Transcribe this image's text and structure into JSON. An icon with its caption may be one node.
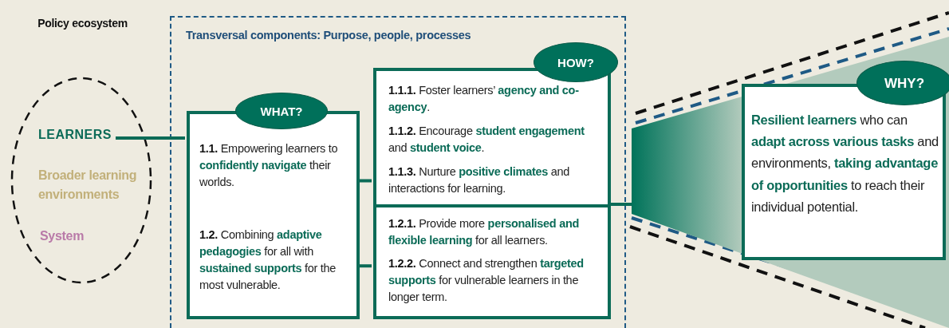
{
  "diagram": {
    "nodes": [
      {
        "text": [
          "Policy ecosystem",
          "Broader learning environments",
          "System"
        ]
      },
      {
        "text": [
          "LEARNERS"
        ],
        "in": 0
      },
      {
        "text": [
          "Transversal components: Purpose, people, processes"
        ]
      },
      {
        "text": [
          "WHAT?",
          "**1.1.** Empowering learners to **confidently navigate** their worlds.",
          "**1.2.** Combining **adaptive pedagogies** for all with **sustained supports** for the most vulnerable."
        ],
        "in": 2
      },
      {
        "text": [
          "HOW?",
          "**1.1.1.** Foster learners’ **agency and co-agency**.",
          "**1.1.2.** Encourage **student engagement** and **student voice**.",
          "**1.1.3.** Nurture **positive climates** and interactions for learning."
        ],
        "in": 2
      },
      {
        "text": [
          "**1.2.1.** Provide more **personalised and flexible learning** for all learners.",
          "**1.2.2.** Connect and strengthen **targeted supports** for vulnerable learners in the longer term."
        ],
        "in": 2
      },
      {
        "text": [],
        "shape": "trapezoid"
      },
      {
        "text": [
          "WHY?",
          "**Resilient learners** who can **adapt across various tasks** and environments, **taking advantage of opportunities** to reach their individual potential."
        ],
        "in": 6
      }
    ],
    "edges": [
      {
        "from": 1,
        "to": 3,
        "arrow": "none"
      },
      {
        "from": 3,
        "to": 4,
        "arrow": "none"
      },
      {
        "from": 3,
        "to": 5,
        "arrow": "none"
      },
      {
        "from": 4,
        "to": 6,
        "arrow": "none"
      },
      {
        "from": 5,
        "to": 6,
        "arrow": "none"
      }
    ]
  }
}
